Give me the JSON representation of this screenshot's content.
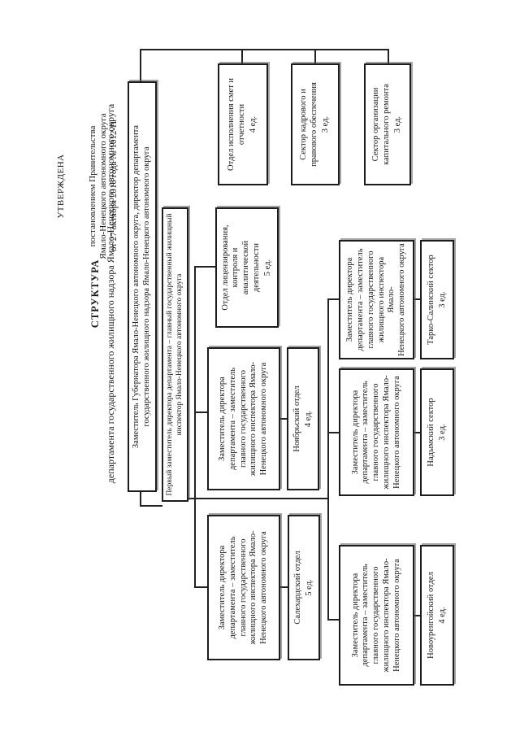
{
  "colors": {
    "ink": "#1a1a1a",
    "paper": "#ffffff",
    "line": "#222222"
  },
  "approval": {
    "stamp": "УТВЕРЖДЕНА",
    "lines": [
      "постановлением Правительства",
      "Ямало-Ненецкого автономного округа",
      "от 27 октября 2016 года № 1012-П"
    ]
  },
  "title": {
    "heading": "СТРУКТУРА",
    "subtitle": "департамента государственного жилищного надзора Ямало-Ненецкого автономного округа"
  },
  "chart": {
    "director_label": [
      "Заместитель Губернатора Ямало-Ненецкого автономного округа, директор департамента",
      "государственного жилищного надзора Ямало-Ненецкого автономного округа"
    ],
    "first_deputy_label": [
      "Первый заместитель директора департамента – главный государственный жилищный",
      "инспектор Ямало-Ненецкого автономного округа"
    ],
    "deputy_label": [
      "Заместитель директора",
      "департамента – заместитель",
      "главного государственного",
      "жилищного инспектора Ямало-",
      "Ненецкого автономного округа"
    ],
    "units": [
      {
        "name_lines": [
          "Отдел исполнения смет и",
          "отчетности"
        ],
        "count": "4 ед."
      },
      {
        "name_lines": [
          "Сектор кадрового и",
          "правового обеспечения"
        ],
        "count": "3 ед."
      },
      {
        "name_lines": [
          "Сектор организации",
          "капитального ремонта"
        ],
        "count": "3 ед."
      },
      {
        "name_lines": [
          "Отдел лицензирования,",
          "контроля и",
          "аналитической",
          "деятельности"
        ],
        "count": "5 ед."
      },
      {
        "name_lines": [
          "Салехардский отдел"
        ],
        "count": "5 ед."
      },
      {
        "name_lines": [
          "Ноябрьский отдел"
        ],
        "count": "4 ед."
      },
      {
        "name_lines": [
          "Новоуренгойский отдел"
        ],
        "count": "4 ед."
      },
      {
        "name_lines": [
          "Надымский сектор"
        ],
        "count": "3 ед."
      },
      {
        "name_lines": [
          "Тарко-Салинский сектор"
        ],
        "count": "3 ед."
      }
    ]
  }
}
